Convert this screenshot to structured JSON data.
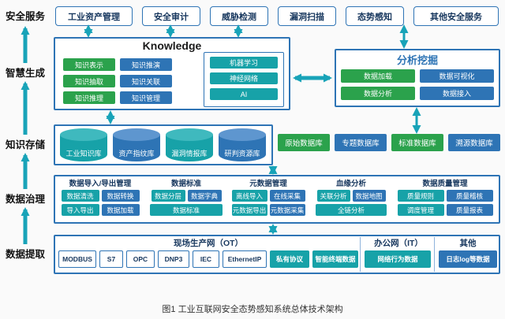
{
  "caption": "图1 工业互联网安全态势感知系统总体技术架构",
  "colors": {
    "teal": "#17A2A8",
    "blue": "#2E74B5",
    "green": "#2BA24C",
    "border": "#2E74B5",
    "dark_text": "#17375E",
    "arrow": "#18A3B8"
  },
  "stages": [
    "安全服务",
    "智慧生成",
    "知识存储",
    "数据治理",
    "数据提取"
  ],
  "security_services": [
    "工业资产管理",
    "安全审计",
    "威胁检测",
    "漏洞扫描",
    "态势感知",
    "其他安全服务"
  ],
  "knowledge": {
    "title": "Knowledge",
    "items": [
      "知识表示",
      "知识推演",
      "知识抽取",
      "知识关联",
      "知识推理",
      "知识管理"
    ],
    "ml_items": [
      "机器学习",
      "神经网络",
      "AI"
    ]
  },
  "analysis": {
    "title": "分析挖掘",
    "items": [
      "数据加载",
      "数据可视化",
      "数据分析",
      "数据接入"
    ]
  },
  "knowledge_store": {
    "repositories": [
      "工业知识库",
      "资产指纹库",
      "漏洞情报库",
      "研判资源库"
    ],
    "databases": [
      "原始数据库",
      "专题数据库",
      "标准数据库",
      "溯源数据库"
    ]
  },
  "data_governance": {
    "groups": [
      {
        "title": "数据导入/导出管理",
        "items": [
          "数据清洗",
          "数据转换",
          "导入导出",
          "数据加载"
        ]
      },
      {
        "title": "数据标准",
        "items": [
          "数据分层",
          "数据字典",
          "数据标准"
        ]
      },
      {
        "title": "元数据管理",
        "items": [
          "离线导入",
          "在线采集",
          "元数据导出",
          "元数据采集"
        ]
      },
      {
        "title": "血缘分析",
        "items": [
          "关联分析",
          "数据地图",
          "全链分析"
        ]
      },
      {
        "title": "数据质量管理",
        "items": [
          "质量规则",
          "质量稽核",
          "调度管理",
          "质量报表"
        ]
      }
    ]
  },
  "data_extraction": {
    "sections": [
      {
        "title": "现场生产网（OT）",
        "items": [
          "MODBUS",
          "S7",
          "OPC",
          "DNP3",
          "IEC",
          "EthernetIP",
          "私有协议",
          "智能终端数据"
        ]
      },
      {
        "title": "办公网（IT）",
        "items": [
          "网络行为数据"
        ]
      },
      {
        "title": "其他",
        "items": [
          "日志log等数据"
        ]
      }
    ]
  }
}
